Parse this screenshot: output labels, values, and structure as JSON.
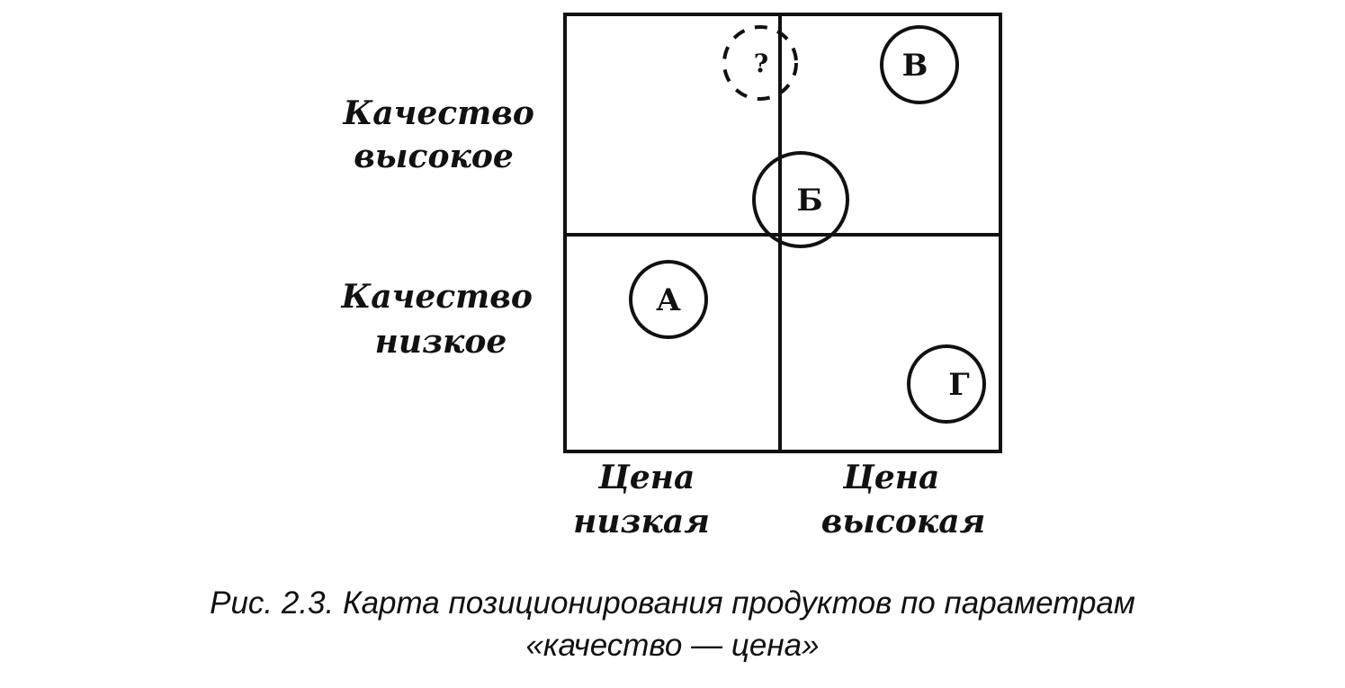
{
  "diagram": {
    "y_labels": {
      "high": [
        "Качество",
        "высокое"
      ],
      "low": [
        "Качество",
        "низкое"
      ]
    },
    "x_labels": {
      "low": [
        "Цена",
        "низкая"
      ],
      "high": [
        "Цена",
        "высокая"
      ]
    },
    "products": [
      {
        "id": "A",
        "label": "А"
      },
      {
        "id": "B",
        "label": "Б"
      },
      {
        "id": "V",
        "label": "В"
      },
      {
        "id": "G",
        "label": "Г"
      },
      {
        "id": "Q",
        "label": "?"
      }
    ]
  },
  "caption": {
    "line1": "Рис. 2.3. Карта позиционирования продуктов по параметрам",
    "line2": "«качество — цена»"
  }
}
